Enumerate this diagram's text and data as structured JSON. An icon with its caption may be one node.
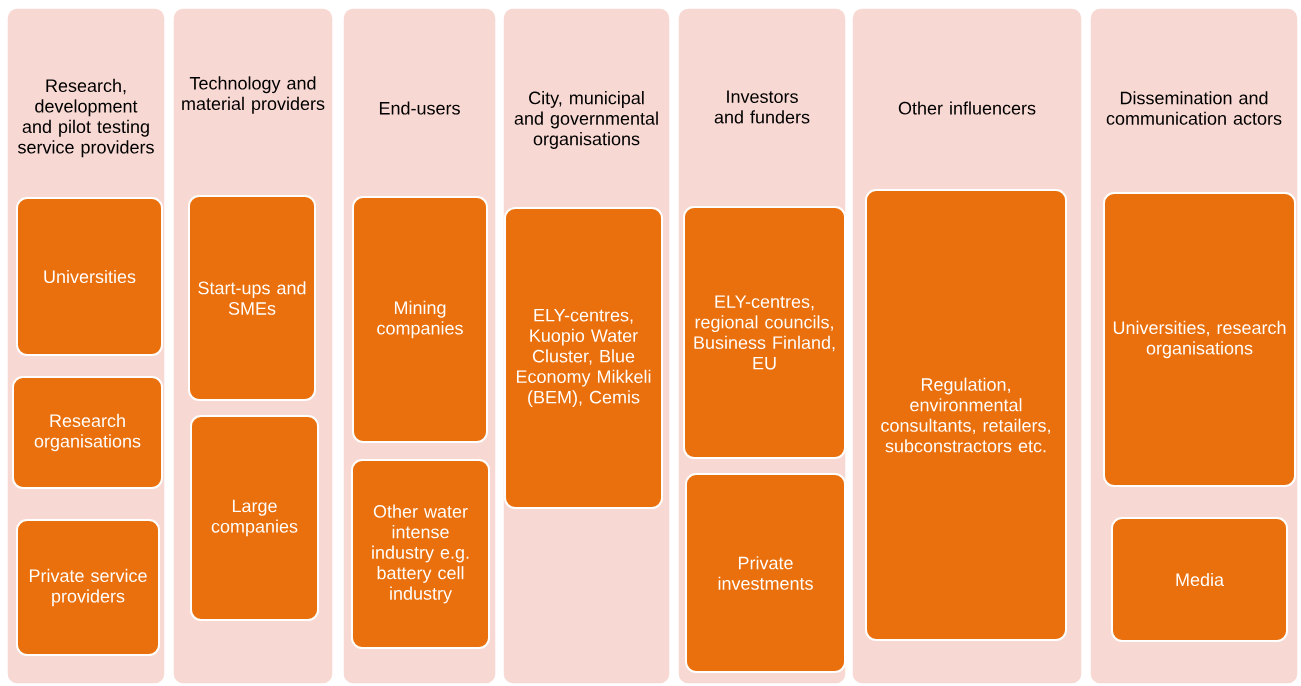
{
  "diagram": {
    "nodes": [
      {
        "text": [
          "Research, development and pilot testing service providers"
        ]
      },
      {
        "text": [
          "Universities"
        ],
        "in": 0
      },
      {
        "text": [
          "Research organisations"
        ],
        "in": 0
      },
      {
        "text": [
          "Private service providers"
        ],
        "in": 0
      },
      {
        "text": [
          "Technology and material providers"
        ]
      },
      {
        "text": [
          "Start-ups and SMEs"
        ],
        "in": 4
      },
      {
        "text": [
          "Large companies"
        ],
        "in": 4
      },
      {
        "text": [
          "End-users"
        ]
      },
      {
        "text": [
          "Mining companies"
        ],
        "in": 7
      },
      {
        "text": [
          "Other water intense industry e.g. battery cell industry"
        ],
        "in": 7
      },
      {
        "text": [
          "City, municipal and governmental organisations"
        ]
      },
      {
        "text": [
          "ELY-centres, Kuopio Water Cluster, Blue Economy Mikkeli (BEM), Cemis"
        ],
        "in": 10
      },
      {
        "text": [
          "Investors and funders"
        ]
      },
      {
        "text": [
          "ELY-centres, regional councils, Business Finland, EU"
        ],
        "in": 12
      },
      {
        "text": [
          "Private investments"
        ],
        "in": 12
      },
      {
        "text": [
          "Other influencers"
        ]
      },
      {
        "text": [
          "Regulation, environmental consultants, retailers, subconstractors etc."
        ],
        "in": 15
      },
      {
        "text": [
          "Dissemination and communication actors"
        ]
      },
      {
        "text": [
          "Universities, research organisations"
        ],
        "in": 17
      },
      {
        "text": [
          "Media"
        ],
        "in": 17
      }
    ]
  }
}
